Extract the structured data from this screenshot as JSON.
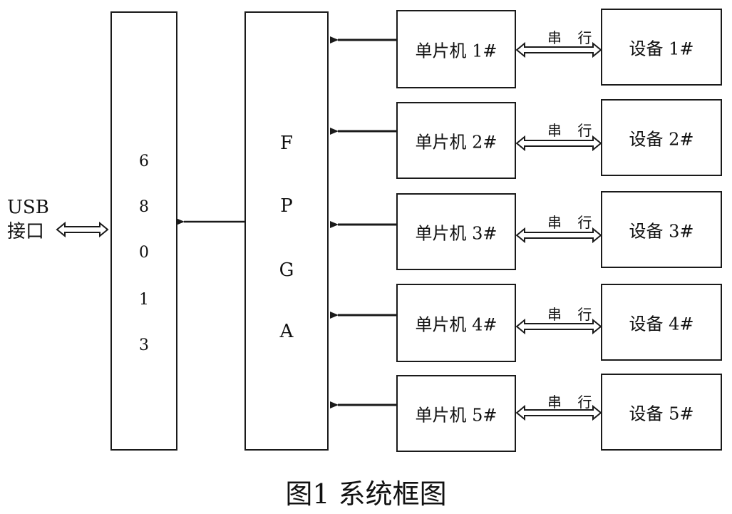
{
  "usb": {
    "line1": "USB",
    "line2": "接口"
  },
  "chip": {
    "chars": [
      "6",
      "8",
      "0",
      "1",
      "3"
    ]
  },
  "fpga": {
    "chars": [
      "F",
      "P",
      "G",
      "A"
    ]
  },
  "rows": [
    {
      "mcu": "单片机 1#",
      "link": "串 行",
      "device": "设备 1#"
    },
    {
      "mcu": "单片机 2#",
      "link": "串 行",
      "device": "设备 2#"
    },
    {
      "mcu": "单片机 3#",
      "link": "串 行",
      "device": "设备 3#"
    },
    {
      "mcu": "单片机 4#",
      "link": "串 行",
      "device": "设备 4#"
    },
    {
      "mcu": "单片机 5#",
      "link": "串 行",
      "device": "设备 5#"
    }
  ],
  "caption": "图1  系统框图"
}
